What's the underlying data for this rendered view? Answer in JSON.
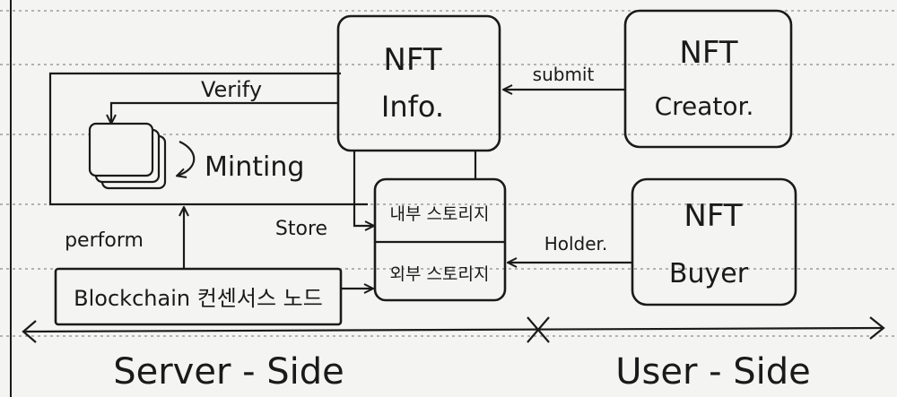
{
  "nodes": {
    "nft_info": {
      "line1": "NFT",
      "line2": "Info."
    },
    "nft_creator": {
      "line1": "NFT",
      "line2": "Creator."
    },
    "nft_buyer": {
      "line1": "NFT",
      "line2": "Buyer"
    },
    "internal_storage": "내부 스토리지",
    "external_storage": "외부 스토리지",
    "blockchain_node": "Blockchain 컨센서스 노드",
    "minting": "Minting"
  },
  "edges": {
    "submit": "submit",
    "verify": "Verify",
    "store": "Store",
    "holder": "Holder.",
    "perform": "perform"
  },
  "axis": {
    "left": "Server - Side",
    "right": "User - Side"
  }
}
